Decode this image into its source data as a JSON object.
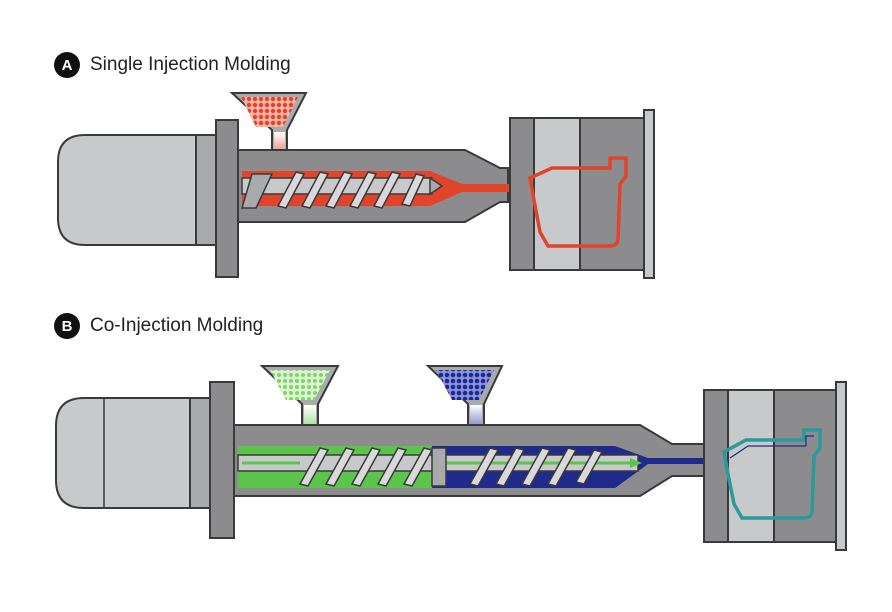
{
  "sections": [
    {
      "badge": "A",
      "title": "Single Injection Molding"
    },
    {
      "badge": "B",
      "title": "Co-Injection Molding"
    }
  ],
  "colors": {
    "machine_dark": "#8c8c8e",
    "machine_mid": "#a9aaac",
    "machine_light": "#c8c9cb",
    "outline": "#3a3a3a",
    "material_red": "#e0452c",
    "material_red_light": "#f0917f",
    "material_green": "#5bc44a",
    "material_green_light": "#a7e08f",
    "material_blue": "#1f2a8c",
    "material_blue_light": "#5a6ad0",
    "part_outline_teal": "#2b9a9a"
  },
  "icons": [
    "motor",
    "hopper",
    "screw",
    "barrel",
    "nozzle",
    "mold",
    "molded-part"
  ]
}
